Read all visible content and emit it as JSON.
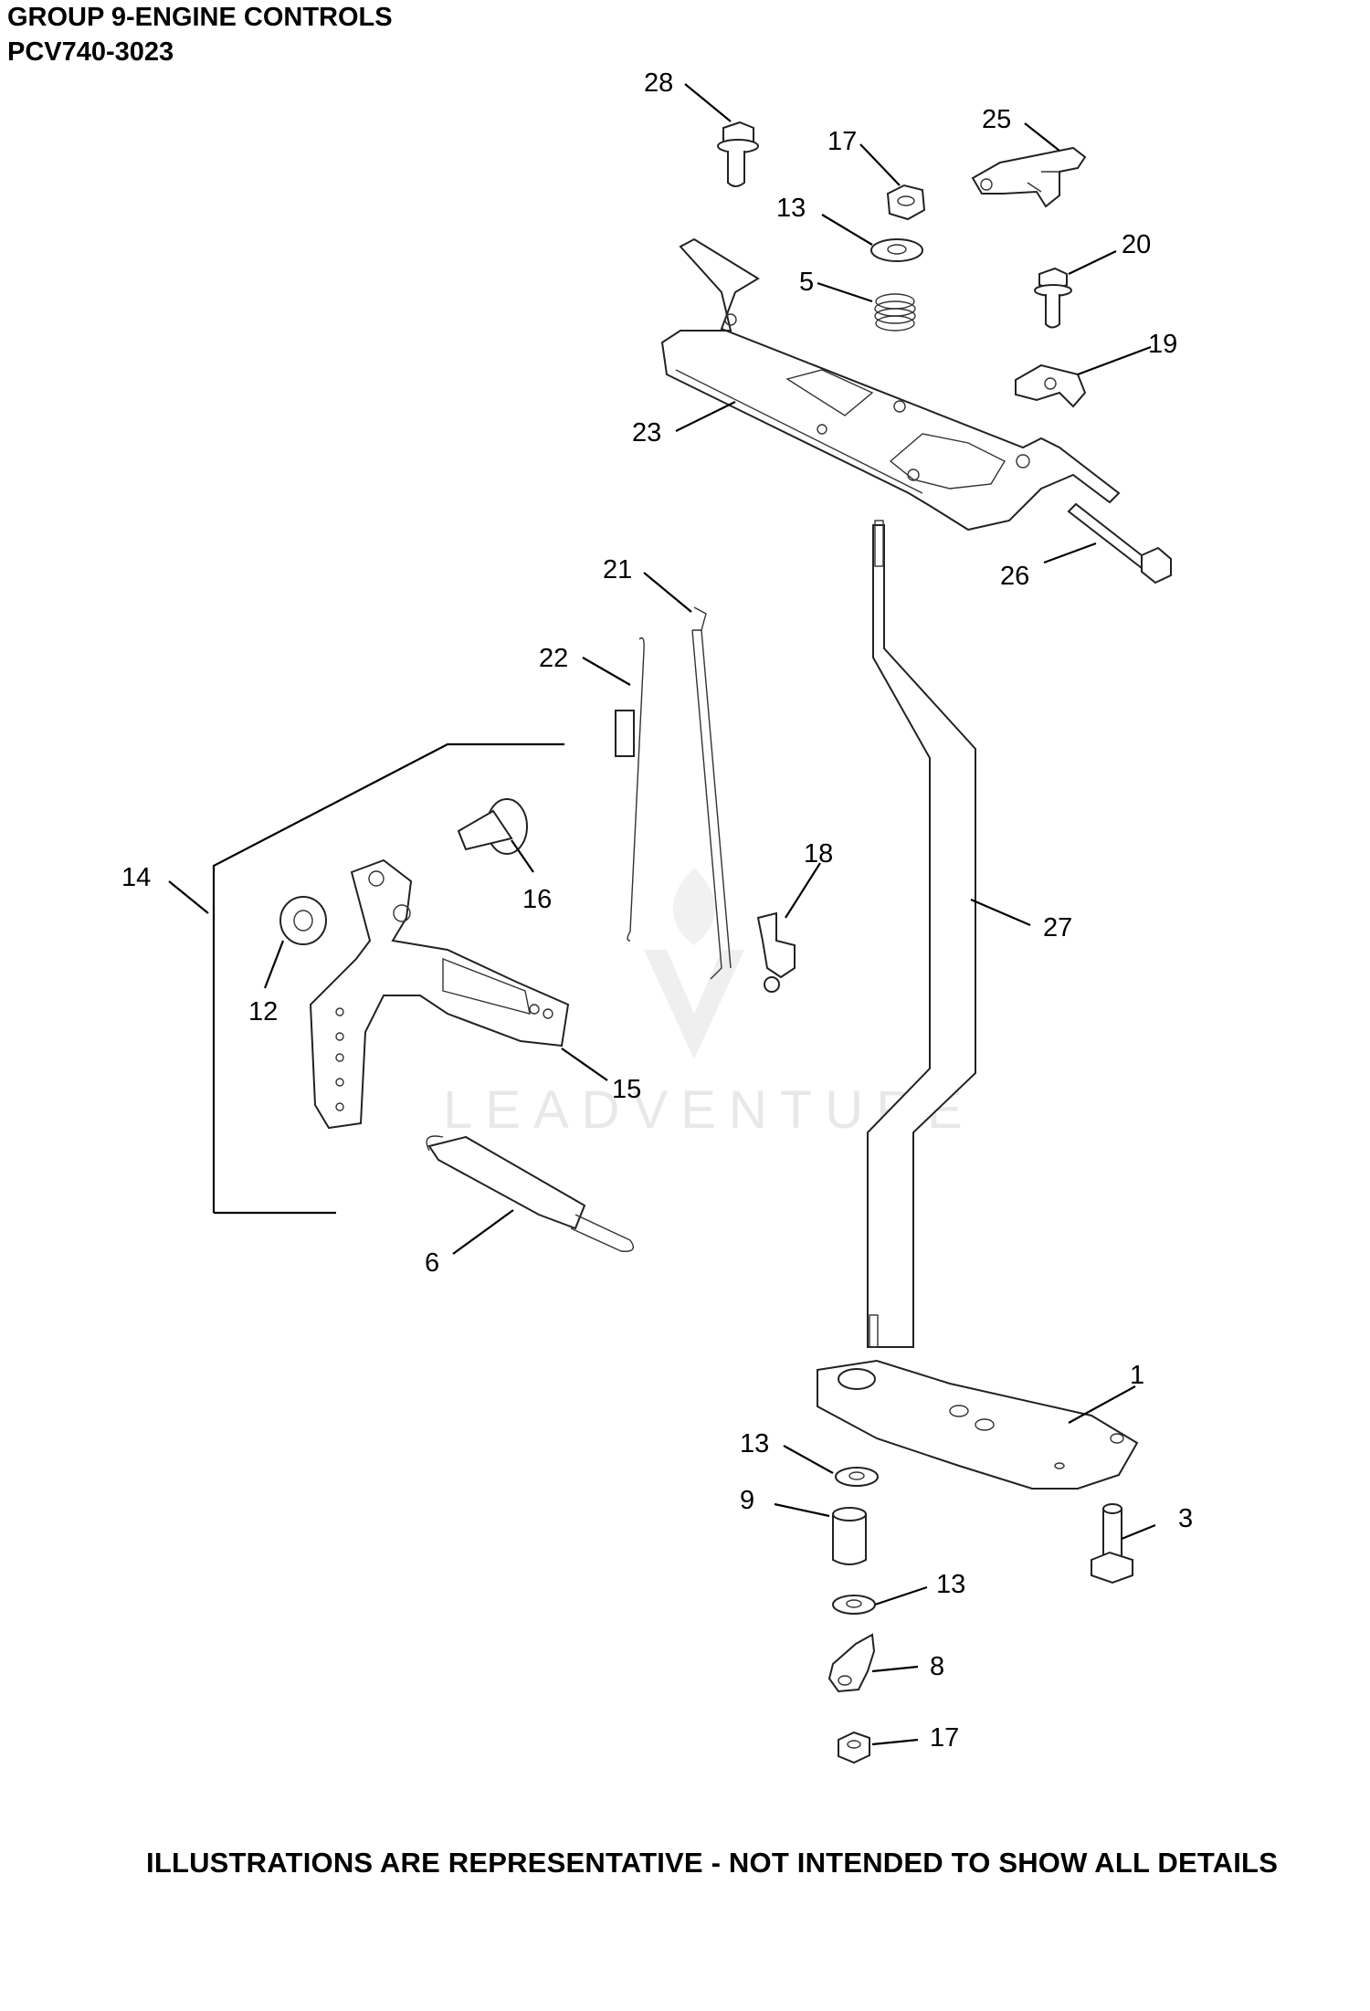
{
  "header": {
    "title": "GROUP 9-ENGINE CONTROLS",
    "model": "PCV740-3023"
  },
  "footer": {
    "note": "ILLUSTRATIONS ARE REPRESENTATIVE - NOT INTENDED TO SHOW ALL DETAILS"
  },
  "watermark": {
    "text": "LEADVENTURE"
  },
  "callouts": {
    "c28": "28",
    "c17a": "17",
    "c25": "25",
    "c13a": "13",
    "c20": "20",
    "c5": "5",
    "c19": "19",
    "c23": "23",
    "c26": "26",
    "c21": "21",
    "c22": "22",
    "c14": "14",
    "c16": "16",
    "c18": "18",
    "c27": "27",
    "c12": "12",
    "c15": "15",
    "c6": "6",
    "c1": "1",
    "c13b": "13",
    "c9": "9",
    "c3": "3",
    "c13c": "13",
    "c8": "8",
    "c17b": "17"
  }
}
